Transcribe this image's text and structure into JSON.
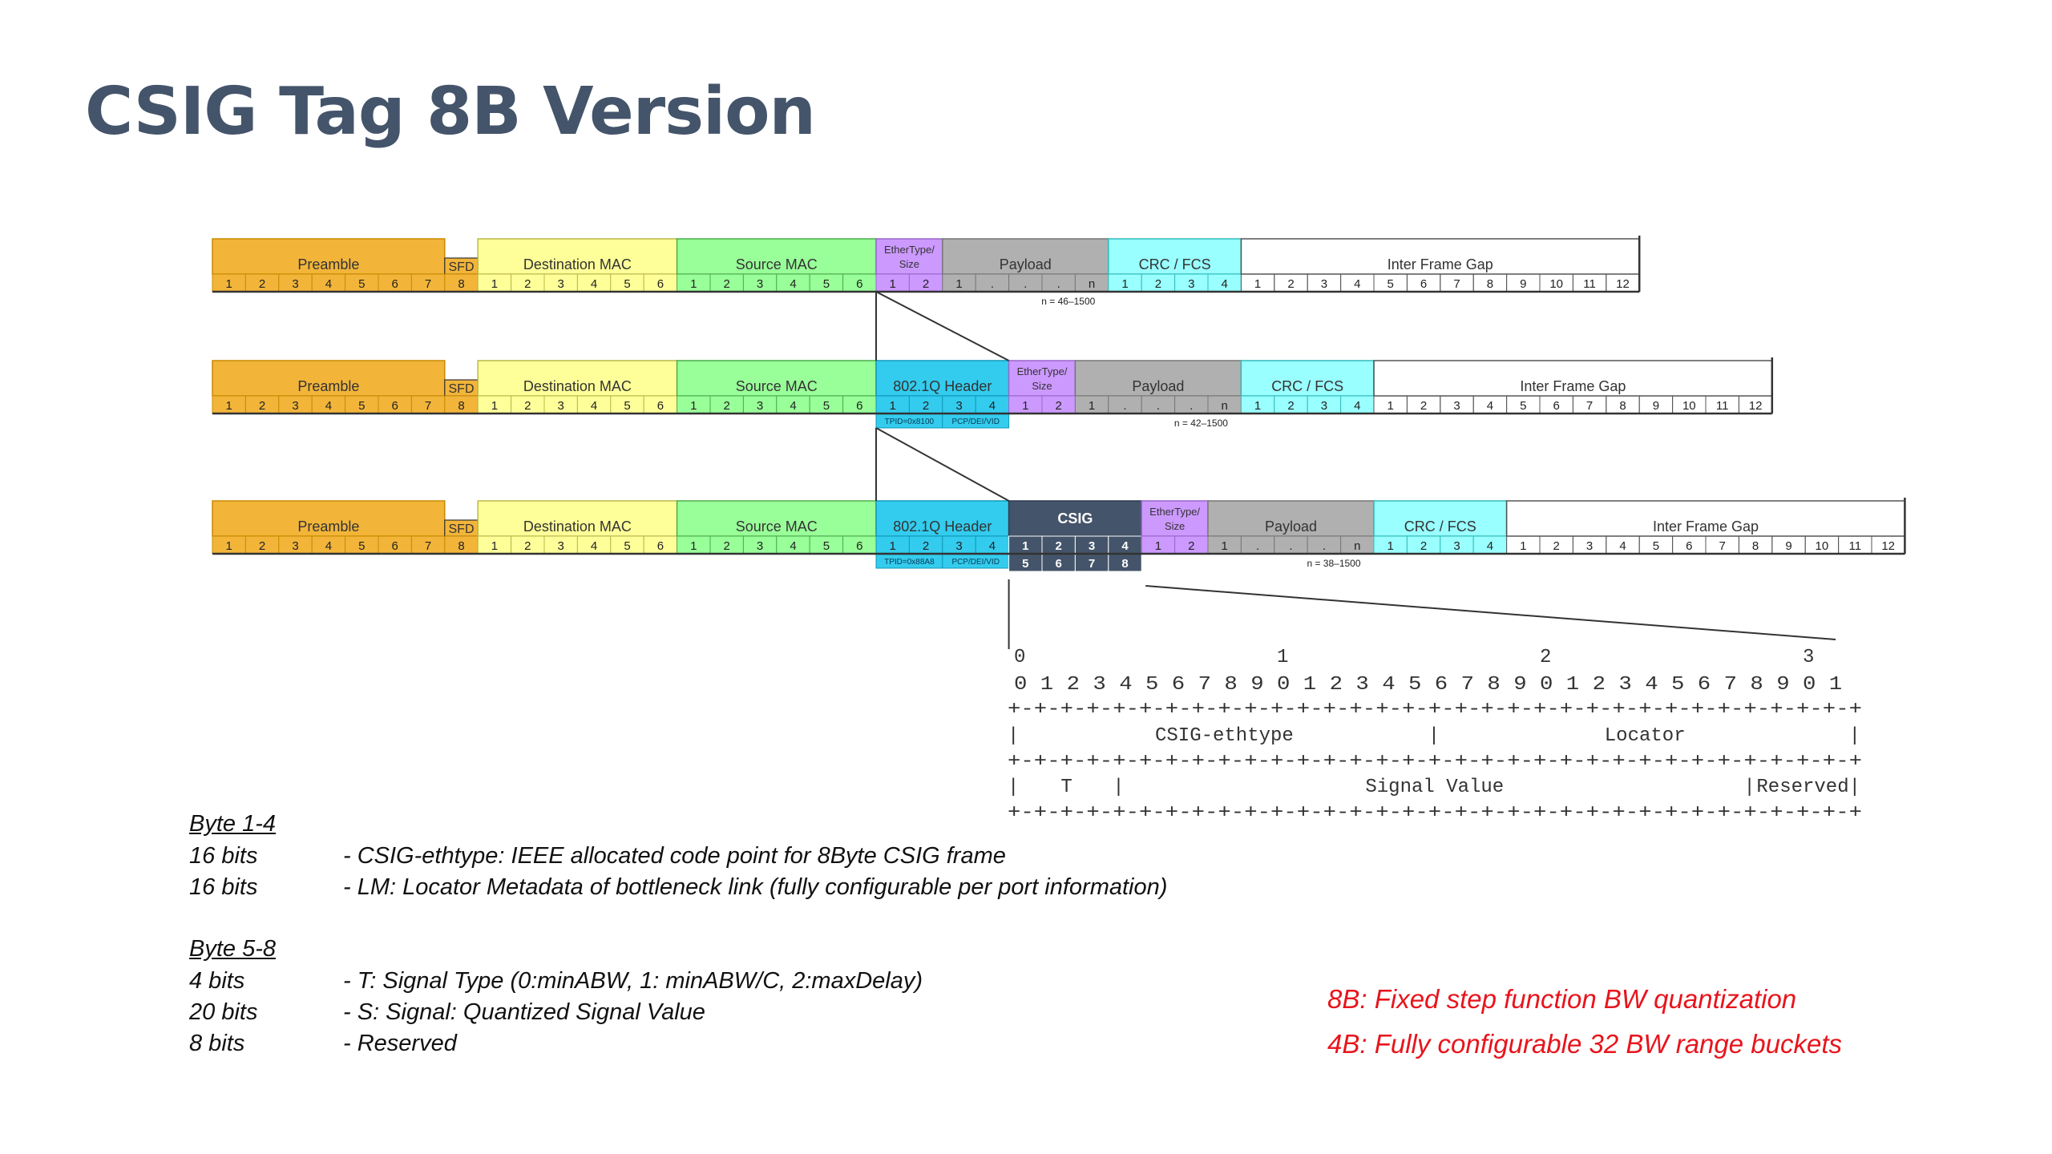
{
  "title": "CSIG Tag 8B Version",
  "colors": {
    "title": "#44546a",
    "preamble": "#f2b53a",
    "dest_mac": "#ffff99",
    "src_mac": "#99ff99",
    "ethertype": "#cc99ff",
    "payload": "#b0b0b0",
    "crc": "#99ffff",
    "vlan": "#33ccee",
    "csig": "#44546a",
    "red_note": "#e8141c"
  },
  "frames": [
    {
      "fields": [
        {
          "label": "Preamble",
          "bytes": [
            "1",
            "2",
            "3",
            "4",
            "5",
            "6",
            "7"
          ],
          "color": "preamble"
        },
        {
          "label": "SFD",
          "bytes": [
            "8"
          ],
          "color": "preamble"
        },
        {
          "label": "Destination MAC",
          "bytes": [
            "1",
            "2",
            "3",
            "4",
            "5",
            "6"
          ],
          "color": "dest_mac"
        },
        {
          "label": "Source MAC",
          "bytes": [
            "1",
            "2",
            "3",
            "4",
            "5",
            "6"
          ],
          "color": "src_mac"
        },
        {
          "label": "EtherType/ Size",
          "bytes": [
            "1",
            "2"
          ],
          "color": "ethertype"
        },
        {
          "label": "Payload",
          "bytes": [
            "1",
            ".",
            ".",
            ".",
            "n"
          ],
          "color": "payload",
          "note": "n = 46–1500"
        },
        {
          "label": "CRC / FCS",
          "bytes": [
            "1",
            "2",
            "3",
            "4"
          ],
          "color": "crc"
        },
        {
          "label": "Inter Frame Gap",
          "bytes": [
            "1",
            "2",
            "3",
            "4",
            "5",
            "6",
            "7",
            "8",
            "9",
            "10",
            "11",
            "12"
          ],
          "color": "none"
        }
      ]
    },
    {
      "fields": [
        {
          "label": "Preamble",
          "bytes": [
            "1",
            "2",
            "3",
            "4",
            "5",
            "6",
            "7"
          ],
          "color": "preamble"
        },
        {
          "label": "SFD",
          "bytes": [
            "8"
          ],
          "color": "preamble"
        },
        {
          "label": "Destination MAC",
          "bytes": [
            "1",
            "2",
            "3",
            "4",
            "5",
            "6"
          ],
          "color": "dest_mac"
        },
        {
          "label": "Source MAC",
          "bytes": [
            "1",
            "2",
            "3",
            "4",
            "5",
            "6"
          ],
          "color": "src_mac"
        },
        {
          "label": "802.1Q Header",
          "bytes": [
            "1",
            "2",
            "3",
            "4"
          ],
          "color": "vlan",
          "sub": [
            "TPID=0x8100",
            "PCP/DEI/VID"
          ]
        },
        {
          "label": "EtherType/ Size",
          "bytes": [
            "1",
            "2"
          ],
          "color": "ethertype"
        },
        {
          "label": "Payload",
          "bytes": [
            "1",
            ".",
            ".",
            ".",
            "n"
          ],
          "color": "payload",
          "note": "n = 42–1500"
        },
        {
          "label": "CRC / FCS",
          "bytes": [
            "1",
            "2",
            "3",
            "4"
          ],
          "color": "crc"
        },
        {
          "label": "Inter Frame Gap",
          "bytes": [
            "1",
            "2",
            "3",
            "4",
            "5",
            "6",
            "7",
            "8",
            "9",
            "10",
            "11",
            "12"
          ],
          "color": "none"
        }
      ]
    },
    {
      "fields": [
        {
          "label": "Preamble",
          "bytes": [
            "1",
            "2",
            "3",
            "4",
            "5",
            "6",
            "7"
          ],
          "color": "preamble"
        },
        {
          "label": "SFD",
          "bytes": [
            "8"
          ],
          "color": "preamble"
        },
        {
          "label": "Destination MAC",
          "bytes": [
            "1",
            "2",
            "3",
            "4",
            "5",
            "6"
          ],
          "color": "dest_mac"
        },
        {
          "label": "Source MAC",
          "bytes": [
            "1",
            "2",
            "3",
            "4",
            "5",
            "6"
          ],
          "color": "src_mac"
        },
        {
          "label": "802.1Q Header",
          "bytes": [
            "1",
            "2",
            "3",
            "4"
          ],
          "color": "vlan",
          "sub": [
            "TPID=0x88A8",
            "PCP/DEI/VID"
          ]
        },
        {
          "label": "CSIG",
          "bytes": [
            "1",
            "2",
            "3",
            "4"
          ],
          "color": "csig",
          "bytes2": [
            "5",
            "6",
            "7",
            "8"
          ]
        },
        {
          "label": "EtherType/ Size",
          "bytes": [
            "1",
            "2"
          ],
          "color": "ethertype"
        },
        {
          "label": "Payload",
          "bytes": [
            "1",
            ".",
            ".",
            ".",
            "n"
          ],
          "color": "payload",
          "note": "n = 38–1500"
        },
        {
          "label": "CRC / FCS",
          "bytes": [
            "1",
            "2",
            "3",
            "4"
          ],
          "color": "crc"
        },
        {
          "label": "Inter Frame Gap",
          "bytes": [
            "1",
            "2",
            "3",
            "4",
            "5",
            "6",
            "7",
            "8",
            "9",
            "10",
            "11",
            "12"
          ],
          "color": "none"
        }
      ]
    }
  ],
  "bitfield": {
    "tens_row": [
      "0",
      "1",
      "2",
      "3"
    ],
    "ones_row": "0 1 2 3 4 5 6 7 8 9 0 1 2 3 4 5 6 7 8 9 0 1 2 3 4 5 6 7 8 9 0 1",
    "separator": "+-+-+-+-+-+-+-+-+-+-+-+-+-+-+-+-+-+-+-+-+-+-+-+-+-+-+-+-+-+-+-+-+",
    "row1": [
      "CSIG-ethtype",
      "Locator"
    ],
    "row2": [
      "T",
      "Signal Value",
      "Reserved"
    ]
  },
  "notes": {
    "byte14_heading": "Byte 1-4",
    "byte14": [
      {
        "bits": "16 bits",
        "desc": "- CSIG-ethtype: IEEE allocated code point for 8Byte CSIG frame"
      },
      {
        "bits": "16 bits",
        "desc": "- LM: Locator Metadata of bottleneck link (fully configurable per port information)"
      }
    ],
    "byte58_heading": "Byte 5-8",
    "byte58": [
      {
        "bits": "4 bits",
        "desc": "- T: Signal Type (0:minABW, 1: minABW/C, 2:maxDelay)"
      },
      {
        "bits": "20 bits",
        "desc": "- S: Signal: Quantized Signal Value"
      },
      {
        "bits": "8 bits",
        "desc": "- Reserved"
      }
    ]
  },
  "red_notes": [
    "8B: Fixed step function BW quantization",
    "4B: Fully configurable 32 BW range buckets"
  ]
}
